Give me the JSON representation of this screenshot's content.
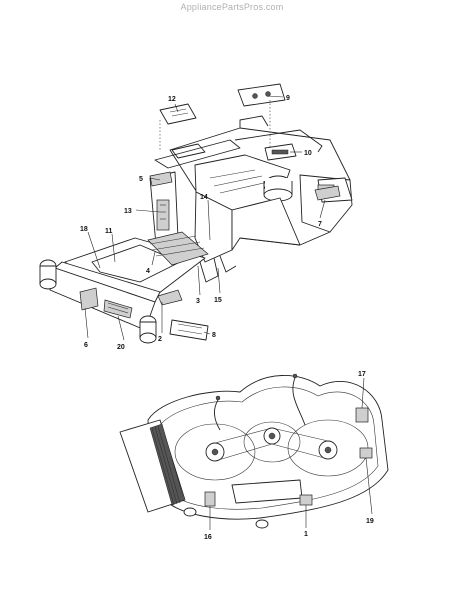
{
  "watermark": "AppliancePartsPros.com",
  "callouts": {
    "c1": "1",
    "c2": "2",
    "c3": "3",
    "c4": "4",
    "c5": "5",
    "c6": "6",
    "c7": "7",
    "c8": "8",
    "c9": "9",
    "c10": "10",
    "c11": "11",
    "c12": "12",
    "c13": "13",
    "c14": "14",
    "c15": "15",
    "c16": "16",
    "c17": "17",
    "c18": "18",
    "c19": "19",
    "c20": "20"
  }
}
